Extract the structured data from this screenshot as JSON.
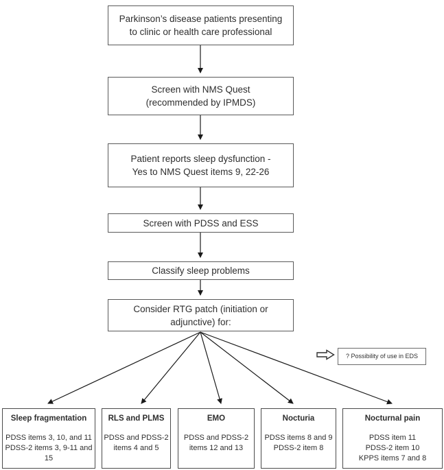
{
  "colors": {
    "box_border": "#595959",
    "text": "#2e2e2e",
    "arrow": "#1a1a1a",
    "background": "#ffffff"
  },
  "flow_steps": [
    {
      "id": "patients",
      "lines": [
        "Parkinson’s disease patients presenting",
        "to clinic or health care professional"
      ]
    },
    {
      "id": "nms-quest",
      "lines": [
        "Screen with NMS Quest",
        "(recommended by IPMDS)"
      ]
    },
    {
      "id": "sleep-dysfunction",
      "lines": [
        "Patient reports sleep dysfunction -",
        "Yes to NMS Quest items 9, 22-26"
      ]
    },
    {
      "id": "pdss-ess",
      "lines": [
        "Screen with PDSS and ESS"
      ]
    },
    {
      "id": "classify",
      "lines": [
        "Classify sleep problems"
      ]
    },
    {
      "id": "consider-rtg",
      "lines": [
        "Consider RTG patch (initiation or",
        "adjunctive) for:"
      ]
    }
  ],
  "side_note": {
    "icon": "hollow-right-arrow",
    "text": "? Possibility of use in EDS"
  },
  "outcomes": [
    {
      "title": "Sleep fragmentation",
      "lines": [
        "PDSS items 3, 10, and 11",
        "PDSS-2 items 3, 9-11 and",
        "15"
      ]
    },
    {
      "title": "RLS and PLMS",
      "lines": [
        "PDSS and PDSS-2",
        "items 4 and 5"
      ]
    },
    {
      "title": "EMO",
      "lines": [
        "PDSS and PDSS-2",
        "items 12 and 13"
      ]
    },
    {
      "title": "Nocturia",
      "lines": [
        "PDSS items 8 and 9",
        "PDSS-2 item 8"
      ]
    },
    {
      "title": "Nocturnal pain",
      "lines": [
        "PDSS item 11",
        "PDSS-2 item 10",
        "KPPS items 7 and 8"
      ]
    }
  ]
}
